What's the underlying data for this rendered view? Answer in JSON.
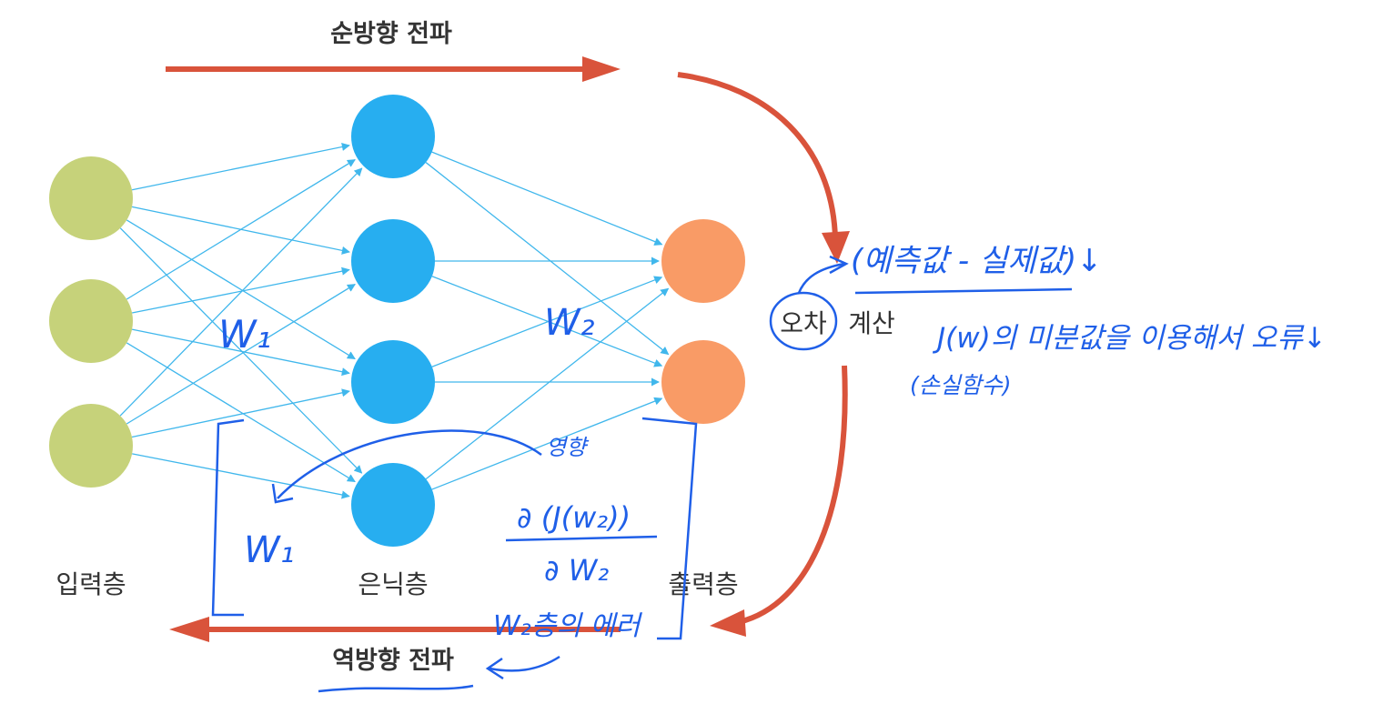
{
  "title_forward": "순방향 전파",
  "title_backward": "역방향 전파",
  "layers": {
    "input": "입력층",
    "hidden": "은닉층",
    "output": "출력층"
  },
  "error_calc": {
    "circled": "오차",
    "rest": "계산"
  },
  "handwriting": {
    "w1_label": "W₁",
    "w2_label": "W₂",
    "pred_minus_actual": "(예측값 - 실제값)↓",
    "j_derivative_note": "J(w)의 미분값을 이용해서 오류↓",
    "loss_function_note": "(손실함수)",
    "influence_note": "영향",
    "partial_numerator": "∂ (J(w₂))",
    "partial_denominator": "∂ W₂",
    "w2_error_note": "W₂층의 에러",
    "w1_bracket_label": "W₁"
  },
  "colors": {
    "input_node": "#c6d27a",
    "hidden_node": "#27aef0",
    "output_node": "#f99b66",
    "connection": "#40b7ec",
    "propagation_arrow": "#d9533b",
    "annotation_ink": "#1f5fe8"
  }
}
